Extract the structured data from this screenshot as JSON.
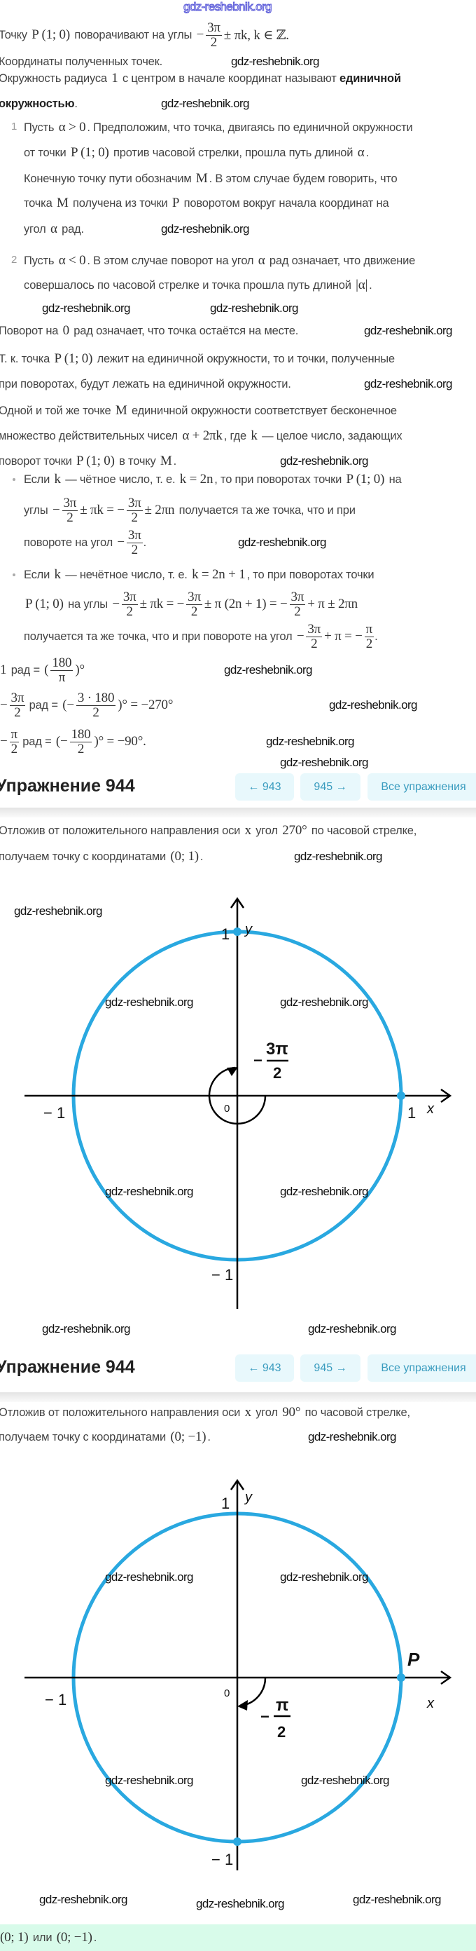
{
  "watermark": "gdz-reshebnik.org",
  "content": {
    "lines": [
      [
        "Точку ",
        {
          "m": "P (1; 0)"
        },
        " поворачивают на углы ",
        {
          "m": "−"
        },
        {
          "f": [
            "3π",
            "2"
          ]
        },
        {
          "m": "± πk, k ∈ ℤ."
        }
      ],
      [
        "Координаты полученных точек."
      ],
      [
        "Окружность радиуса ",
        {
          "m": "1"
        },
        " с центром в начале координат называют ",
        {
          "b": "единичной"
        }
      ],
      [
        {
          "b": "окружностью"
        },
        "."
      ],
      [
        "Пусть ",
        {
          "m": "α > 0"
        },
        ". Предположим, что точка, двигаясь по единичной окружности"
      ],
      [
        "от точки ",
        {
          "m": "P (1; 0)"
        },
        " против часовой стрелки, прошла путь длиной ",
        {
          "m": "α"
        },
        "."
      ],
      [
        "Конечную точку пути обозначим ",
        {
          "m": "M"
        },
        ". В этом случае будем говорить, что"
      ],
      [
        "точка ",
        {
          "m": "M"
        },
        " получена из точки ",
        {
          "m": "P"
        },
        " поворотом вокруг начала координат на"
      ],
      [
        "угол ",
        {
          "m": "α"
        },
        " рад."
      ],
      [
        "Пусть ",
        {
          "m": "α < 0"
        },
        ". В этом случае поворот на угол ",
        {
          "m": "α"
        },
        " рад означает, что движение"
      ],
      [
        "совершалось по часовой стрелке и точка прошла путь длиной ",
        {
          "m": "|α|"
        },
        "."
      ],
      [
        "Поворот на ",
        {
          "m": "0"
        },
        " рад означает, что точка остаётся на месте."
      ],
      [
        "Т. к. точка ",
        {
          "m": "P (1; 0)"
        },
        " лежит на единичной окружности, то и точки, полученные"
      ],
      [
        "при поворотах, будут лежать на единичной окружности."
      ],
      [
        "Одной и той же точке ",
        {
          "m": "M"
        },
        " единичной окружности соответствует бесконечное"
      ],
      [
        "множество действительных чисел ",
        {
          "m": "α + 2πk"
        },
        ", где ",
        {
          "m": "k"
        },
        " — целое число, задающих"
      ],
      [
        "поворот точки ",
        {
          "m": "P (1; 0)"
        },
        " в точку ",
        {
          "m": "M"
        },
        "."
      ],
      [
        "Если ",
        {
          "m": "k"
        },
        " — чётное число, т. е. ",
        {
          "m": "k = 2n"
        },
        ", то при поворотах точки ",
        {
          "m": "P (1; 0)"
        },
        " на"
      ],
      [
        "углы ",
        {
          "m": "−"
        },
        {
          "f": [
            "3π",
            "2"
          ]
        },
        {
          "m": "± πk = −"
        },
        {
          "f": [
            "3π",
            "2"
          ]
        },
        {
          "m": "± 2πn"
        },
        " получается та же точка, что и при"
      ],
      [
        "повороте на угол ",
        {
          "m": "−"
        },
        {
          "f": [
            "3π",
            "2"
          ]
        },
        "."
      ],
      [
        "Если ",
        {
          "m": "k"
        },
        " — нечётное число, т. е. ",
        {
          "m": "k = 2n + 1"
        },
        ", то при поворотах точки"
      ],
      [
        {
          "m": "P (1; 0)"
        },
        " на углы ",
        {
          "m": "−"
        },
        {
          "f": [
            "3π",
            "2"
          ]
        },
        {
          "m": "± πk = −"
        },
        {
          "f": [
            "3π",
            "2"
          ]
        },
        {
          "m": "± π (2n + 1) = −"
        },
        {
          "f": [
            "3π",
            "2"
          ]
        },
        {
          "m": "+ π ± 2πn"
        }
      ],
      [
        "получается та же точка, что и при повороте на угол ",
        {
          "m": "−"
        },
        {
          "f": [
            "3π",
            "2"
          ]
        },
        {
          "m": "+ π = −"
        },
        {
          "f": [
            "π",
            "2"
          ]
        },
        "."
      ],
      [
        {
          "m": "1"
        },
        " рад = ",
        {
          "m": "("
        },
        {
          "f": [
            "180",
            "π"
          ]
        },
        {
          "m": ")°"
        }
      ],
      [
        {
          "m": "−"
        },
        {
          "f": [
            "3π",
            "2"
          ]
        },
        " рад = ",
        {
          "m": "(−"
        },
        {
          "f": [
            "3 · 180",
            "2"
          ]
        },
        {
          "m": ")° = −270°"
        }
      ],
      [
        {
          "m": "−"
        },
        {
          "f": [
            "π",
            "2"
          ]
        },
        " рад = ",
        {
          "m": "(−"
        },
        {
          "f": [
            "180",
            "2"
          ]
        },
        {
          "m": ")° = −90°."
        }
      ]
    ],
    "list_numbers": [
      "1",
      "2"
    ]
  },
  "exercises": [
    {
      "title": "Упражнение 944",
      "prev": "← 943",
      "next": "945 →",
      "all": "Все упражнения",
      "lines": [
        [
          "Отложив от положительного направления оси ",
          {
            "m": "x"
          },
          " угол ",
          {
            "m": "270°"
          },
          " по часовой стрелке,"
        ],
        [
          "получаем точку с координатами ",
          {
            "m": "(0; 1)"
          },
          "."
        ]
      ],
      "diagram": {
        "y_top": "1",
        "y_label": "y",
        "x_left": "− 1",
        "x_right": "1",
        "x_label": "x",
        "origin": "0",
        "y_bottom": "− 1",
        "angle_sign": "−",
        "angle_num": "3π",
        "angle_den": "2"
      }
    },
    {
      "title": "Упражнение 944",
      "prev": "← 943",
      "next": "945 →",
      "all": "Все упражнения",
      "lines": [
        [
          "Отложив от положительного направления оси ",
          {
            "m": "x"
          },
          " угол ",
          {
            "m": "90°"
          },
          " по часовой стрелке,"
        ],
        [
          "получаем точку с координатами ",
          {
            "m": "(0; −1)"
          },
          "."
        ]
      ],
      "diagram": {
        "y_top": "1",
        "y_label": "y",
        "x_left": "− 1",
        "x_label": "x",
        "origin": "0",
        "y_bottom": "− 1",
        "point": "P",
        "angle_sign": "−",
        "angle_num": "π",
        "angle_den": "2"
      }
    }
  ],
  "answer": [
    {
      "m": "(0; 1)"
    },
    " или ",
    {
      "m": "(0; −1)"
    },
    "."
  ],
  "colors": {
    "circle": "#29a8e0",
    "nav_bg": "#e8f8fc",
    "nav_text": "#3a9cbf",
    "answer_bg": "#d8fbea"
  }
}
